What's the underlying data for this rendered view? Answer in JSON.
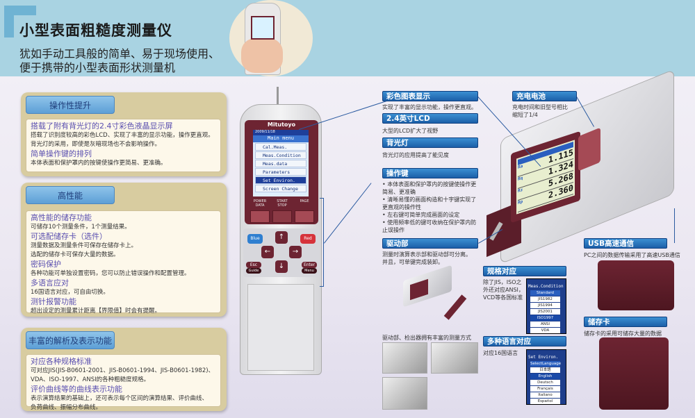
{
  "banner": {
    "title": "小型表面粗糙度测量仪",
    "subtitle_lines": [
      "犹如手动工具般的简单、易于现场使用、",
      "便于携带的小型表面形状测量机"
    ]
  },
  "panels": [
    {
      "tab": "操作性提升",
      "items": [
        {
          "heading": "搭载了附有背光灯的2.4寸彩色液晶显示屏",
          "text": [
            "搭载了识别度较高的彩色LCD、实现了丰富的显示功能，操作更直观。",
            "背光灯的采用，即使是灰暗现场也不会影响操作。"
          ]
        },
        {
          "heading": "简单操作键的排列",
          "text": [
            "本体表面和保护罩内的按键使操作更简易、更准确。"
          ]
        }
      ]
    },
    {
      "tab": "高性能",
      "items": [
        {
          "heading": "高性能的储存功能",
          "text": [
            "可储存10个测量条件，1个测量结果。"
          ]
        },
        {
          "heading": "可选配储存卡（选件）",
          "text": [
            "测量数据及测量条件可保存在储存卡上。",
            "选配的储存卡可保存大量的数据。"
          ]
        },
        {
          "heading": "密码保护",
          "text": [
            "各种功能可单独设置密码，您可以防止错误操作和配置管理。"
          ]
        },
        {
          "heading": "多语言应对",
          "text": [
            "16国语言对应，可自由切换。"
          ]
        },
        {
          "heading": "测针报警功能",
          "text": [
            "超出设定的测量累计距离【界限值】时会有提醒。"
          ]
        }
      ]
    },
    {
      "tab": "丰富的解析及表示功能",
      "items": [
        {
          "heading": "对应各种规格标准",
          "text": [
            "可对应JIS(JIS-B0601-2001、JIS-B0601-1994、JIS-B0601-1982)、",
            "VDA、ISO-1997、ANSI的各种粗糙度规格。"
          ]
        },
        {
          "heading": "评价曲线等的曲线表示功能",
          "text": [
            "表示演算结果的基础上，还可表示每个区间的演算结果、评价曲线、",
            "负荷曲线、振幅分布曲线。"
          ]
        }
      ]
    }
  ],
  "handheld": {
    "brand": "Mitutoyo",
    "date": "2009/11/18",
    "menu_title": "Main menu",
    "menu": [
      "Cal.Meas.",
      "Meas.Condition",
      "Meas.data",
      "Parameters",
      "Set Environ.",
      "Screen Change"
    ],
    "key_labels": [
      "POWER DATA",
      "START STOP",
      "PAGE"
    ],
    "keys": {
      "blue": "Blue",
      "red": "Red",
      "esc": "Esc",
      "guide": "Guide",
      "enter": "Enter",
      "menu": "Menu",
      "up": "↑",
      "down": "↓",
      "left": "←",
      "right": "→"
    }
  },
  "callouts": {
    "color_display": {
      "title": "彩色图表显示",
      "text": "实现了丰富的显示功能，操作更直观。"
    },
    "lcd": {
      "title": "2.4英寸LCD",
      "text": "大型的LCD扩大了视野"
    },
    "backlight": {
      "title": "背光灯",
      "text": "背光灯的应用提高了能见度"
    },
    "keys": {
      "title": "操作键",
      "bullets": [
        "本体表面和保护罩内的按键使操作更简易、更准确",
        "清晰易懂的画面构造和十字键实现了更直观的操作性",
        "左右键可简单完成画面的设定",
        "使用频率低的键可收纳在保护罩内防止误操作"
      ]
    },
    "drive": {
      "title": "驱动部",
      "text": [
        "测量时演算表示部和驱动部可分离。",
        "并且，可单键完成装卸。"
      ],
      "caption": "驱动部、检出器拥有丰富的测量方式"
    },
    "battery": {
      "title": "充电电池",
      "text": [
        "充电时间和旧型号相比",
        "缩短了1/4"
      ]
    },
    "standards": {
      "title": "规格对应",
      "text": [
        "除了JIS，ISO之",
        "外还对应ANSI，",
        "VCD等各国标准"
      ]
    },
    "languages": {
      "title": "多种语言对应",
      "text": "对应16国语言"
    },
    "usb": {
      "title": "USB高速通信",
      "text": "PC之间的数据传输采用了高速USB通信"
    },
    "card": {
      "title": "储存卡",
      "text": "储存卡的采用可储存大量的数据"
    }
  },
  "big_lcd_values": [
    "1.115",
    "1.324",
    "5.268",
    "2.360"
  ],
  "big_lcd_labels": [
    "Ra",
    "Rq",
    "Rz",
    "Rp"
  ],
  "standards_screen": {
    "header": "Meas.Condition",
    "group": "Standard",
    "items": [
      "JIS1982",
      "JIS1994",
      "JIS2001",
      "ISO1997",
      "ANSI",
      "VDA"
    ],
    "selected": 3
  },
  "language_screen": {
    "header": "Set Environ.",
    "group": "SelectLanguage",
    "items": [
      "日本語",
      "English",
      "Deutsch",
      "Français",
      "Italiano",
      "Español"
    ],
    "selected": 1
  }
}
